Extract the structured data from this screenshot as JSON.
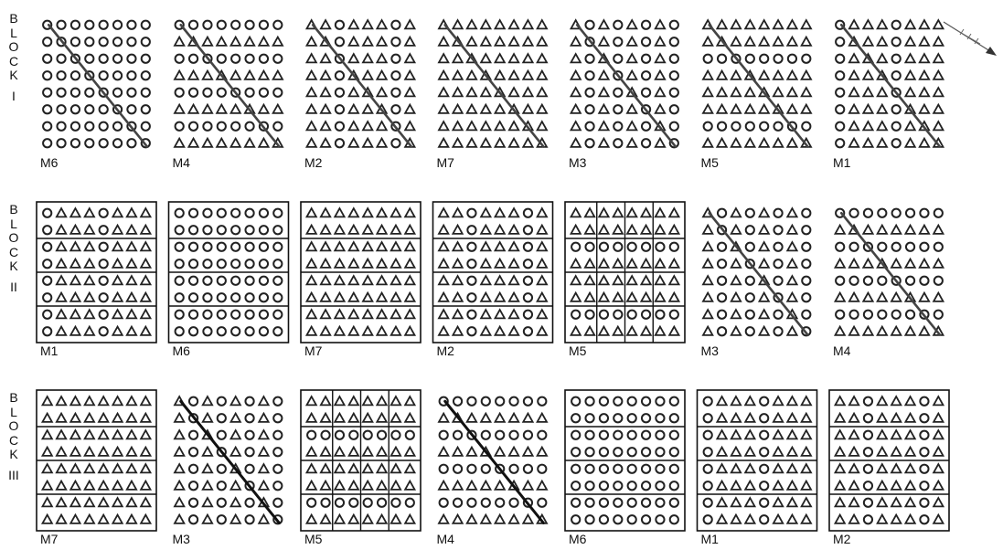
{
  "blocks": [
    {
      "letters": [
        "B",
        "L",
        "O",
        "C",
        "K"
      ],
      "numeral": "I",
      "plots": [
        {
          "label": "M6",
          "pattern": "circles",
          "diagonal": true,
          "boxes": "none"
        },
        {
          "label": "M4",
          "pattern": "alt-circle-triangle-rows",
          "diagonal": true,
          "boxes": "none"
        },
        {
          "label": "M2",
          "pattern": "triangle-circle-cols",
          "diagonal": true,
          "boxes": "none"
        },
        {
          "label": "M7",
          "pattern": "triangles",
          "diagonal": true,
          "boxes": "none"
        },
        {
          "label": "M3",
          "pattern": "alt-triangle-circle-cols",
          "diagonal": true,
          "boxes": "none"
        },
        {
          "label": "M5",
          "pattern": "triangle-circle-row-pairs",
          "diagonal": true,
          "boxes": "none"
        },
        {
          "label": "M1",
          "pattern": "circle-triangle-cols-3",
          "diagonal": true,
          "boxes": "none"
        }
      ]
    },
    {
      "letters": [
        "B",
        "L",
        "O",
        "C",
        "K"
      ],
      "numeral": "II",
      "plots": [
        {
          "label": "M1",
          "pattern": "circle-triangle-cols-3",
          "diagonal": false,
          "boxes": "rows"
        },
        {
          "label": "M6",
          "pattern": "circles",
          "diagonal": false,
          "boxes": "rows"
        },
        {
          "label": "M7",
          "pattern": "triangles",
          "diagonal": false,
          "boxes": "rows"
        },
        {
          "label": "M2",
          "pattern": "triangle-circle-cols",
          "diagonal": false,
          "boxes": "rows"
        },
        {
          "label": "M5",
          "pattern": "triangle-circle-row-pairs",
          "diagonal": false,
          "boxes": "grid"
        },
        {
          "label": "M3",
          "pattern": "alt-triangle-circle-cols",
          "diagonal": true,
          "boxes": "none"
        },
        {
          "label": "M4",
          "pattern": "alt-circle-triangle-rows",
          "diagonal": true,
          "boxes": "none"
        }
      ]
    },
    {
      "letters": [
        "B",
        "L",
        "O",
        "C",
        "K"
      ],
      "numeral": "III",
      "plots": [
        {
          "label": "M7",
          "pattern": "triangles",
          "diagonal": false,
          "boxes": "rows"
        },
        {
          "label": "M3",
          "pattern": "alt-triangle-circle-cols",
          "diagonal": true,
          "boxes": "none"
        },
        {
          "label": "M5",
          "pattern": "triangle-circle-row-pairs",
          "diagonal": false,
          "boxes": "grid"
        },
        {
          "label": "M4",
          "pattern": "alt-circle-triangle-rows",
          "diagonal": true,
          "boxes": "none"
        },
        {
          "label": "M6",
          "pattern": "circles",
          "diagonal": false,
          "boxes": "rows"
        },
        {
          "label": "M1",
          "pattern": "circle-triangle-cols-3",
          "diagonal": false,
          "boxes": "rows"
        },
        {
          "label": "M2",
          "pattern": "triangle-circle-cols",
          "diagonal": false,
          "boxes": "rows"
        }
      ]
    }
  ],
  "colors": {
    "ink": "#222222",
    "frame": "#111111",
    "diagonal": "#444444"
  },
  "north_arrow_icon": "north-arrow-icon"
}
